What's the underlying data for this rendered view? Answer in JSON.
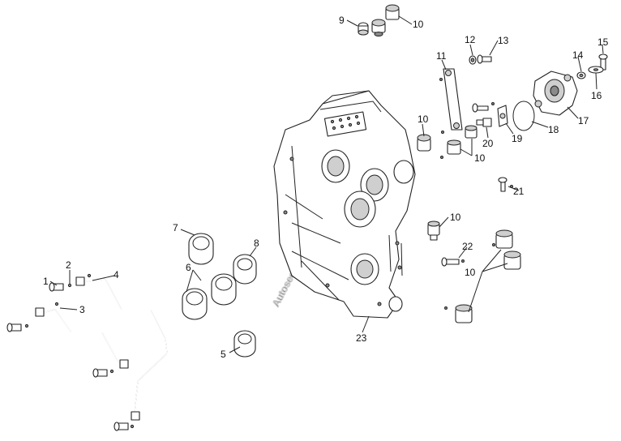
{
  "diagram": {
    "watermark": "Autoseek",
    "callouts": [
      {
        "id": "c1",
        "text": "1"
      },
      {
        "id": "c2",
        "text": "2"
      },
      {
        "id": "c3",
        "text": "3"
      },
      {
        "id": "c4",
        "text": "4"
      },
      {
        "id": "c5",
        "text": "5"
      },
      {
        "id": "c6",
        "text": "6"
      },
      {
        "id": "c7",
        "text": "7"
      },
      {
        "id": "c8",
        "text": "8"
      },
      {
        "id": "c9",
        "text": "9"
      },
      {
        "id": "c10a",
        "text": "10"
      },
      {
        "id": "c10b",
        "text": "10"
      },
      {
        "id": "c10c",
        "text": "10"
      },
      {
        "id": "c10d",
        "text": "10"
      },
      {
        "id": "c10e",
        "text": "10"
      },
      {
        "id": "c11",
        "text": "11"
      },
      {
        "id": "c12",
        "text": "12"
      },
      {
        "id": "c13",
        "text": "13"
      },
      {
        "id": "c14",
        "text": "14"
      },
      {
        "id": "c15",
        "text": "15"
      },
      {
        "id": "c16",
        "text": "16"
      },
      {
        "id": "c17",
        "text": "17"
      },
      {
        "id": "c18",
        "text": "18"
      },
      {
        "id": "c19",
        "text": "19"
      },
      {
        "id": "c20",
        "text": "20"
      },
      {
        "id": "c21",
        "text": "21"
      },
      {
        "id": "c22",
        "text": "22"
      },
      {
        "id": "c23",
        "text": "23"
      }
    ]
  }
}
